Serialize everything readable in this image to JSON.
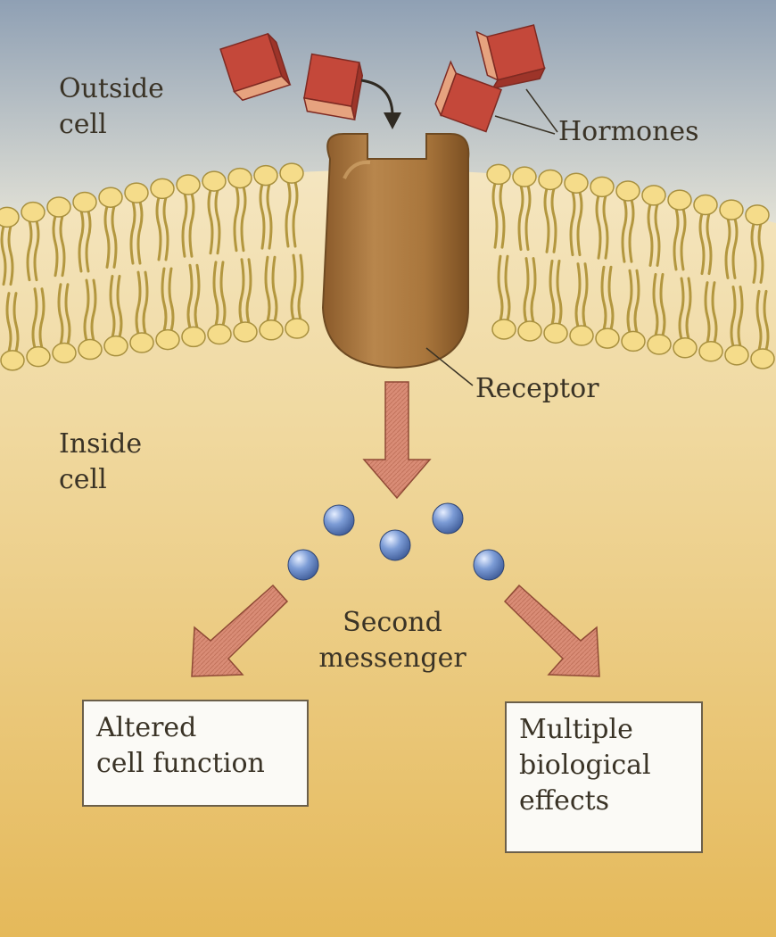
{
  "diagram": {
    "labels": {
      "outside_cell": [
        "Outside",
        "cell"
      ],
      "hormones": "Hormones",
      "receptor": "Receptor",
      "inside_cell": [
        "Inside",
        "cell"
      ],
      "second_messenger": [
        "Second",
        "messenger"
      ],
      "altered_cell_function": [
        "Altered",
        "cell function"
      ],
      "multiple_biological_effects": [
        "Multiple",
        "biological",
        "effects"
      ]
    },
    "colors": {
      "outside_top": "#93a3b6",
      "outside_bottom": "#dfdfd5",
      "inside_top": "#f6ecd3",
      "inside_bottom": "#e7bd5e",
      "phospholipid_head": "#f5dc8a",
      "phospholipid_tail": "#b89d45",
      "receptor": "#a8763e",
      "hormone_face": "#c4483a",
      "hormone_side": "#e6a37f",
      "arrow_fill": "#d98c76",
      "second_messenger": "#7a9bd6",
      "text": "#3a3326"
    }
  }
}
